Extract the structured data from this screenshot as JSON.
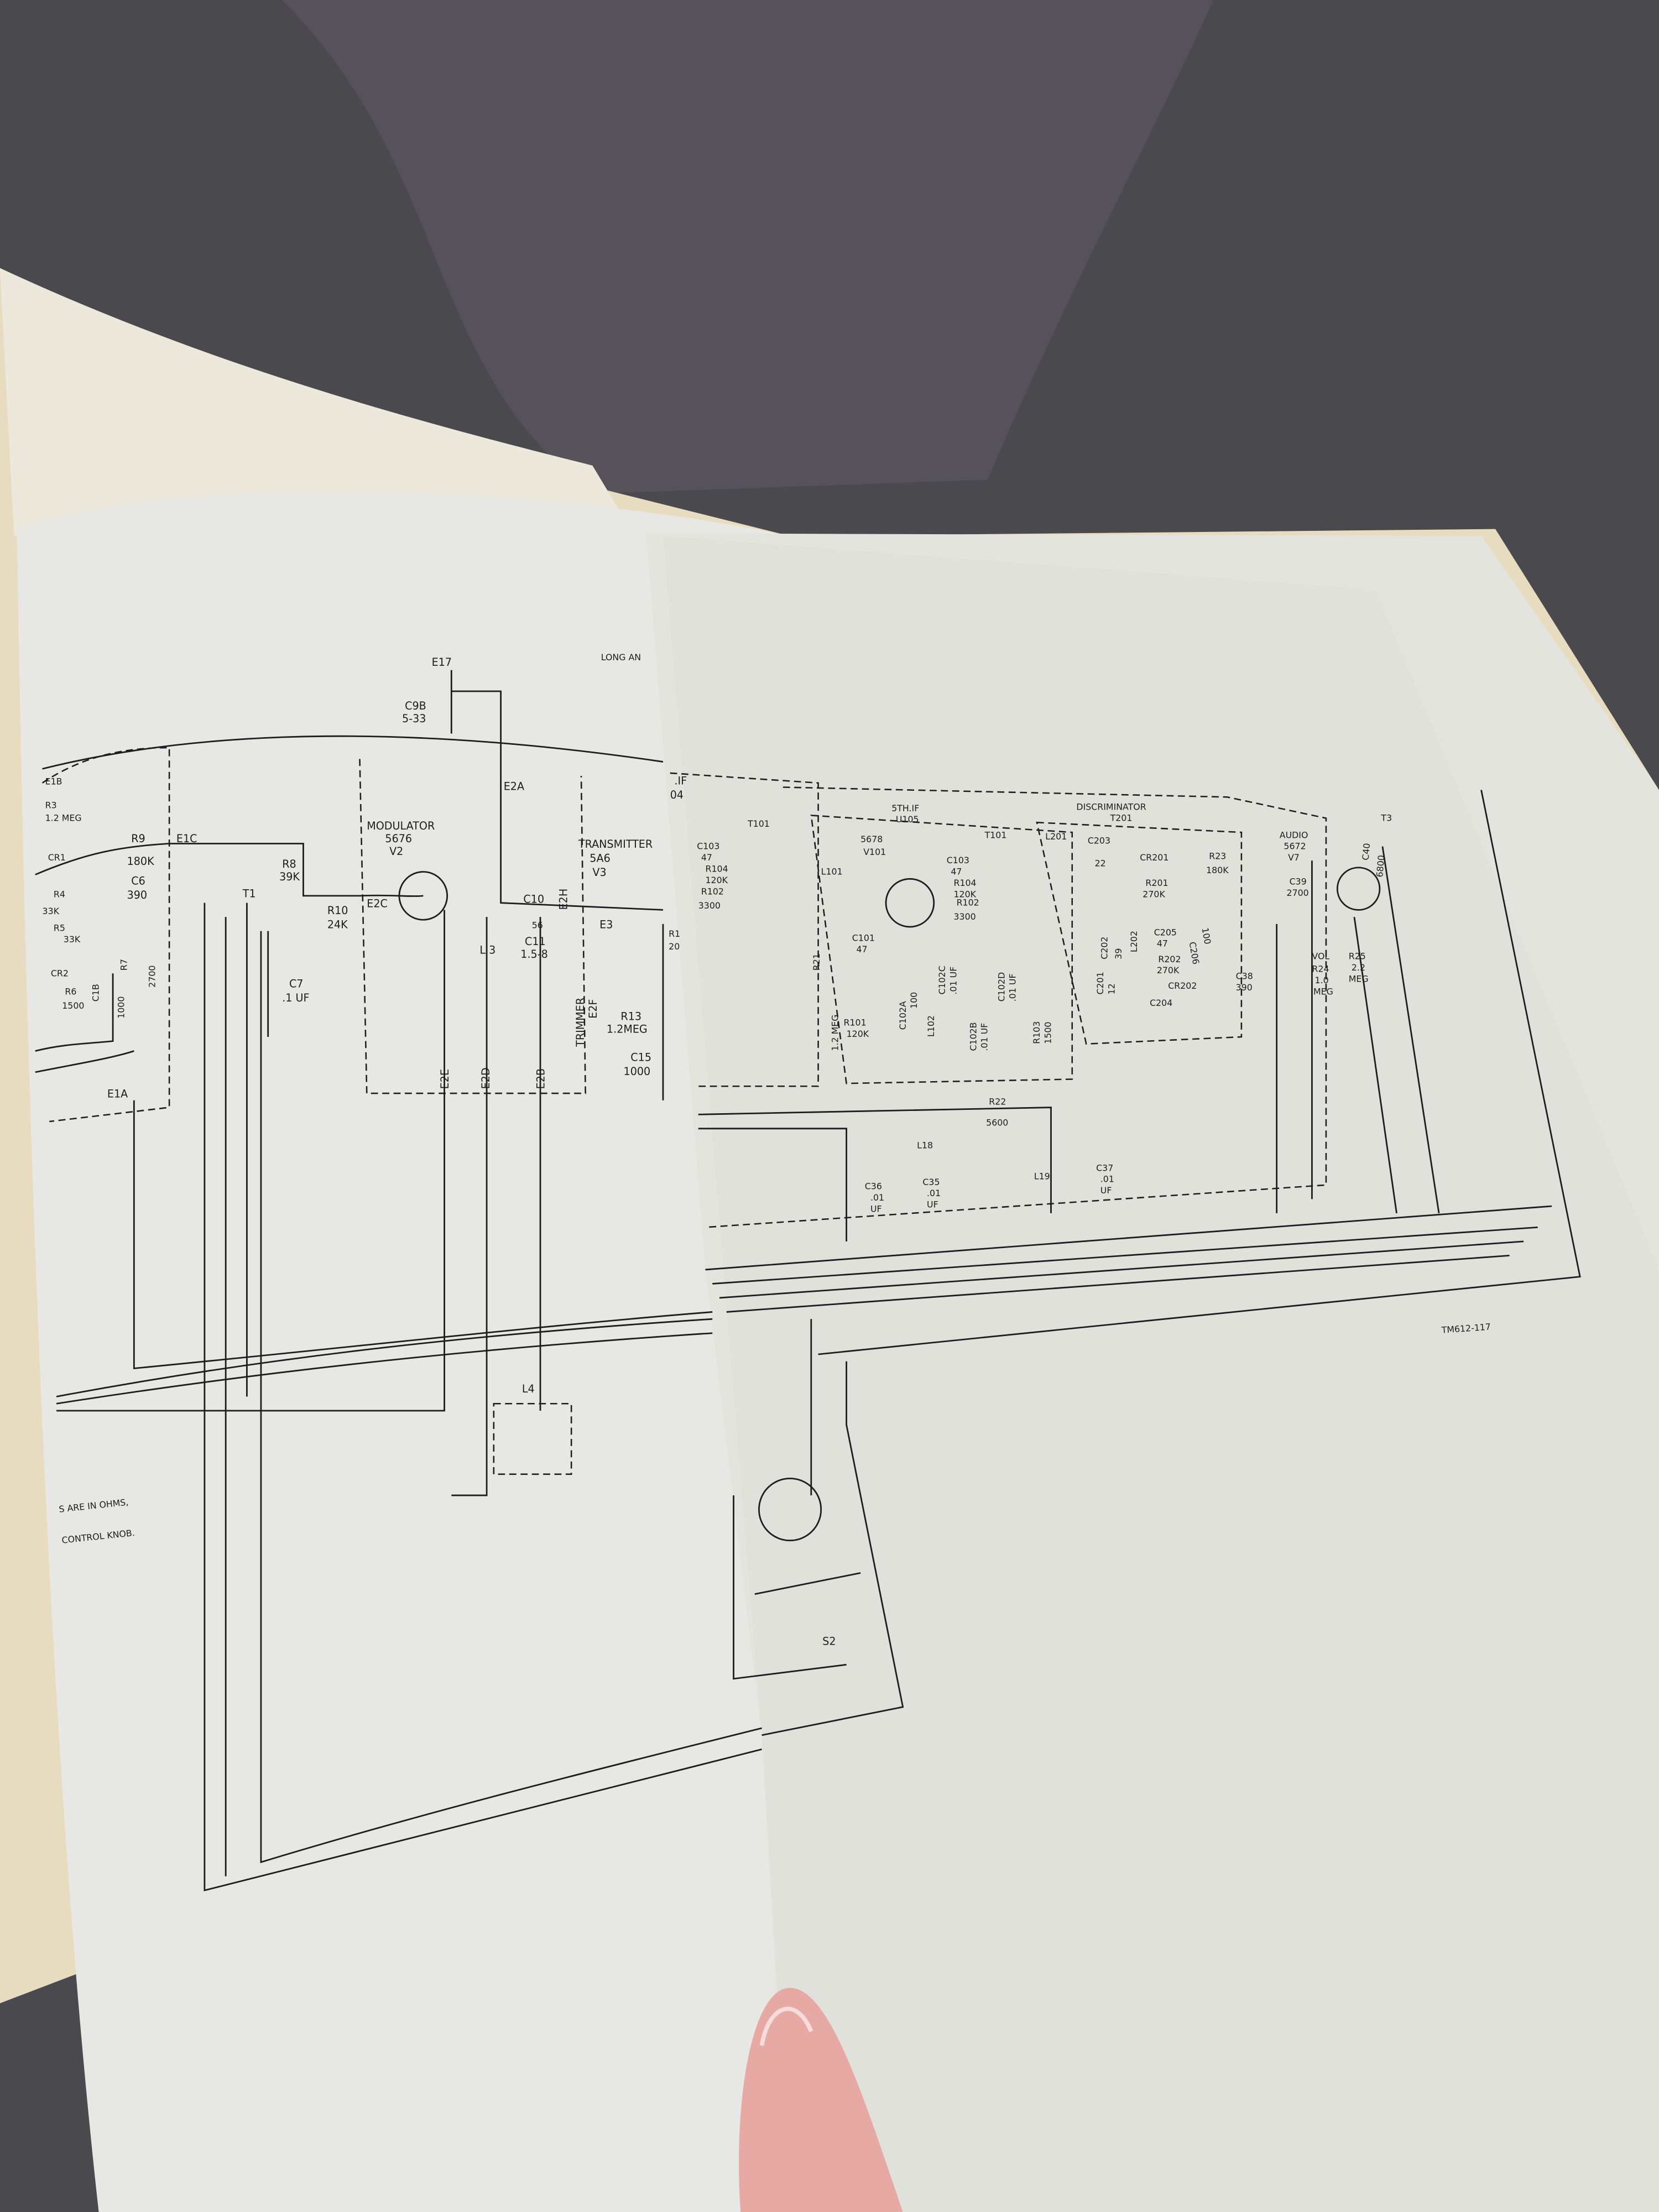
{
  "colors": {
    "cloth": "#4a494e",
    "paper_left": "#e7e7e3",
    "paper_right": "#e4e4df",
    "ink": "#1d1d1f",
    "book_edge": "#e8dcc0",
    "nail": "#e7a9a4"
  },
  "left_page": {
    "E17": "E17",
    "C9B": "C9B",
    "C9B_val": "5-33",
    "long_ant": "LONG AN",
    "E1B": "E1B",
    "R3": "R3",
    "R3_val": "1.2 MEG",
    "R9": "R9",
    "R9_val": "180K",
    "E1C": "E1C",
    "CR1": "CR1",
    "R4": "R4",
    "R4_val": "33K",
    "C6": "C6",
    "C6_val": "390",
    "R5": "R5",
    "R5_val": "33K",
    "CR2": "CR2",
    "R6": "R6",
    "R6_val": "1500",
    "C1B": "C1B",
    "C1B_val": "1000",
    "R7": "R7",
    "R7_val": "2700",
    "T1": "T1",
    "R8": "R8",
    "R8_val": "39K",
    "R10": "R10",
    "R10_val": "24K",
    "C7": "C7",
    "C7_val": ".1 UF",
    "E1A": "E1A",
    "modulator": "MODULATOR",
    "modulator_tube": "5676",
    "modulator_ref": "V2",
    "E2A": "E2A",
    "E2C": "E2C",
    "transmitter": "TRANSMITTER",
    "transmitter_tube": "5A6",
    "transmitter_ref": "V3",
    "C10": "C10",
    "C10_val": "56",
    "E2H": "E2H",
    "E3": "E3",
    "C11": "C11",
    "C11_val": "1.5-8",
    "L3": "L 3",
    "trimmer": "TRIMMER",
    "E2F": "E2F",
    "R13": "R13",
    "R13_val": "1.2MEG",
    "C15": "C15",
    "C15_val": "1000",
    "E2E": "E2E",
    "E2D": "E2D",
    "E2B": "E2B",
    "R1": "R1",
    "R1_val": "20",
    "L4": "L4",
    "note1": "S ARE IN OHMS,",
    "note2": "CONTROL KNOB."
  },
  "right_page": {
    "if_label": ".IF",
    "if_ref": "04",
    "fifth_if": "5TH.IF",
    "fifth_if_ref": "U105",
    "v101_tube": "5678",
    "v101": "V101",
    "L101": "L101",
    "T101a": "T101",
    "T101b": "T101",
    "C103a": "C103",
    "C103a_val": "47",
    "R104a": "R104",
    "R104a_val": "120K",
    "C103b": "C103",
    "C103b_val": "47",
    "R104b": "R104",
    "R104b_val": "120K",
    "R102a": "R102",
    "R102a_val": "3300",
    "R102b": "R102",
    "R102b_val": "3300",
    "C101": "C101",
    "C101_val": "47",
    "C102A": "C102A",
    "C102A_val": "100",
    "C102C": "C102C",
    "C102C_val": ".01 UF",
    "L102": "L102",
    "C102B": "C102B",
    "C102B_val": ".01 UF",
    "C102D": "C102D",
    "C102D_val": ".01 UF",
    "R103": "R103",
    "R103_val": "1500",
    "R21": "R21",
    "R21_val": "1.2 MEG",
    "R101": "R101",
    "R101_val": "120K",
    "discriminator": "DISCRIMINATOR",
    "discriminator_ref": "T201",
    "L201": "L201",
    "C203": "C203",
    "C203_val": "22",
    "CR201": "CR201",
    "R201": "R201",
    "R201_val": "270K",
    "R23": "R23",
    "R23_val": "180K",
    "C205": "C205",
    "C205_val": "47",
    "R202": "R202",
    "R202_val": "270K",
    "CR202": "CR202",
    "C204": "C204",
    "C201": "C201",
    "C201_val": "12",
    "C202": "C202",
    "C202_val": "39",
    "L202": "L202",
    "C206": "C206",
    "C206_val": "100",
    "C38": "C38",
    "C38_val": "390",
    "audio": "AUDIO",
    "audio_tube": "5672",
    "audio_ref": "V7",
    "C39": "C39",
    "C39_val": "2700",
    "T3": "T3",
    "C40": "C40",
    "C40_val": "6800",
    "vol": "VOL",
    "R24": "R24",
    "R24_val": "1.0",
    "R24_unit": "MEG",
    "R25": "R25",
    "R25_val": "2.2",
    "R25_unit": "MEG",
    "R22": "R22",
    "R22_val": "5600",
    "L18": "L18",
    "C36": "C36",
    "C36_val": ".01",
    "C36_unit": "UF",
    "C35": "C35",
    "C35_val": ".01",
    "C35_unit": "UF",
    "L19": "L19",
    "C37": "C37",
    "C37_val": ".01",
    "C37_unit": "UF",
    "S2": "S2",
    "figure_id": "TM612-117"
  }
}
